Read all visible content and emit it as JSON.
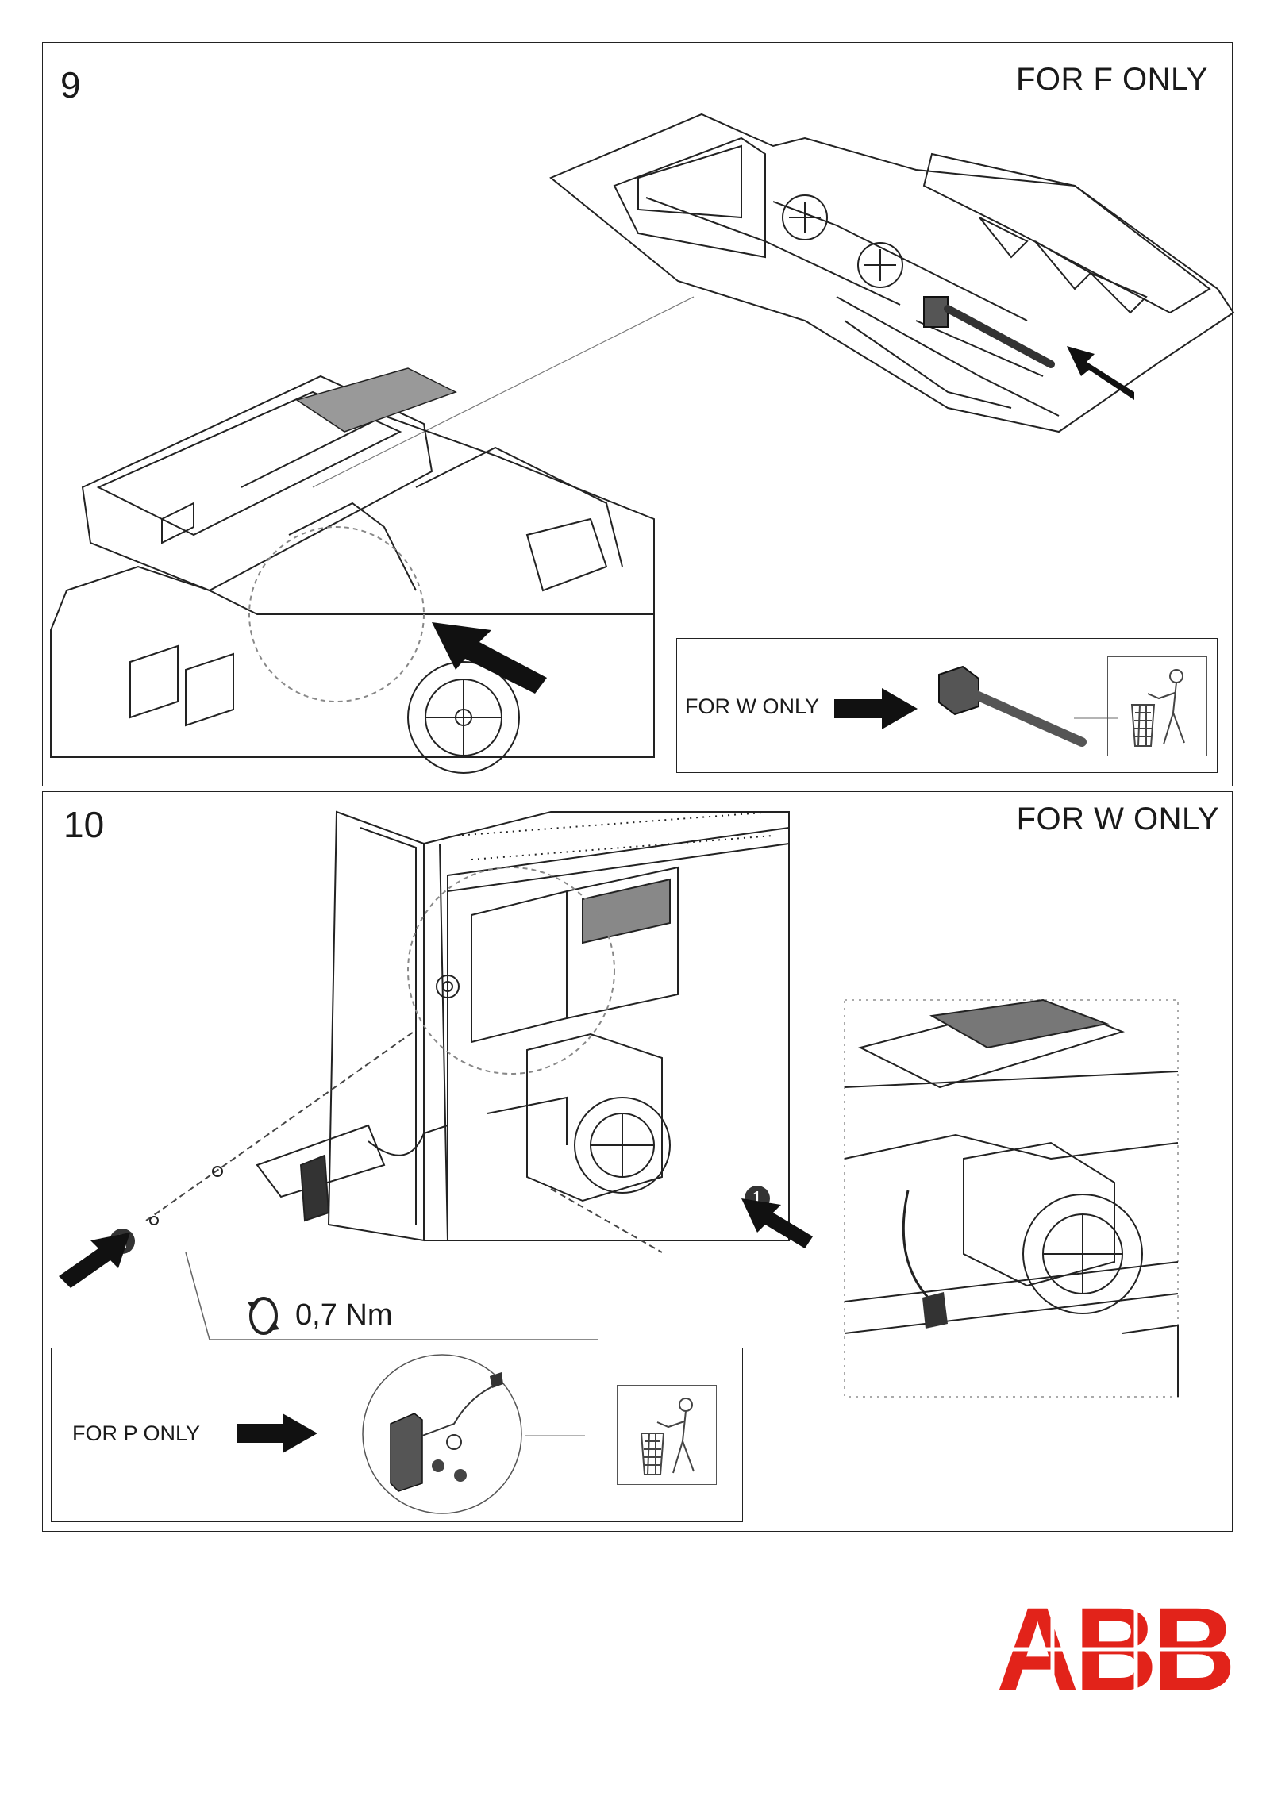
{
  "step9": {
    "number": "9",
    "label": "FOR F ONLY",
    "sub_box": {
      "label": "FOR W ONLY"
    }
  },
  "step10": {
    "number": "10",
    "label": "FOR W ONLY",
    "callouts": [
      "1",
      "2"
    ],
    "torque": "0,7 Nm",
    "sub_box": {
      "label": "FOR P ONLY"
    }
  },
  "logo": {
    "text": "ABB",
    "color": "#e2231a"
  },
  "icons": [
    "arrow-right-icon",
    "trash-bin-icon",
    "torque-rotation-icon",
    "push-arrow-icon"
  ]
}
